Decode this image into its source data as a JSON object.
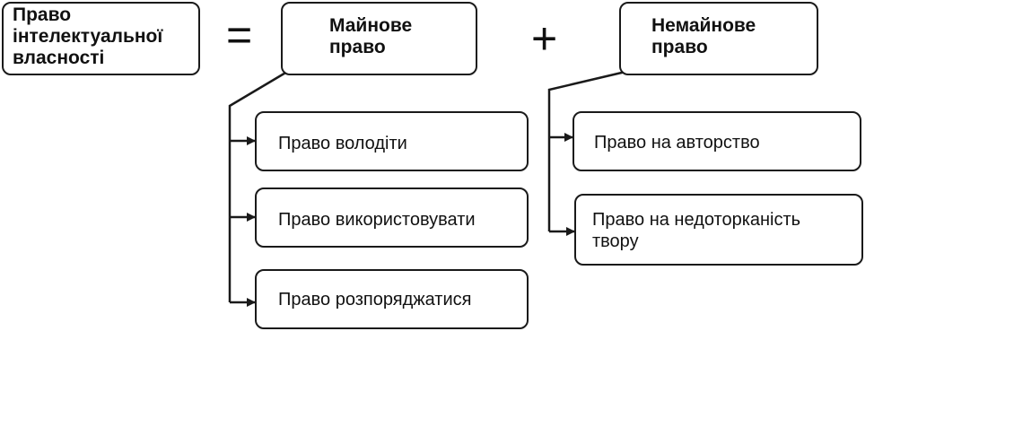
{
  "formula": {
    "total": "Право інтелектуальної власності",
    "total_lines": [
      "Право",
      "інтелектуальної",
      "власності"
    ],
    "equals_sign": "=",
    "property_right": [
      "Майнове",
      "право"
    ],
    "plus_sign": "+",
    "nonproperty_right": [
      "Немайнове",
      "право"
    ]
  },
  "property_branch": [
    "Право володіти",
    "Право використовувати",
    "Право розпоряджатися"
  ],
  "nonproperty_branch": [
    [
      "Право на авторство"
    ],
    [
      "Право на недоторканість",
      "твору"
    ]
  ]
}
